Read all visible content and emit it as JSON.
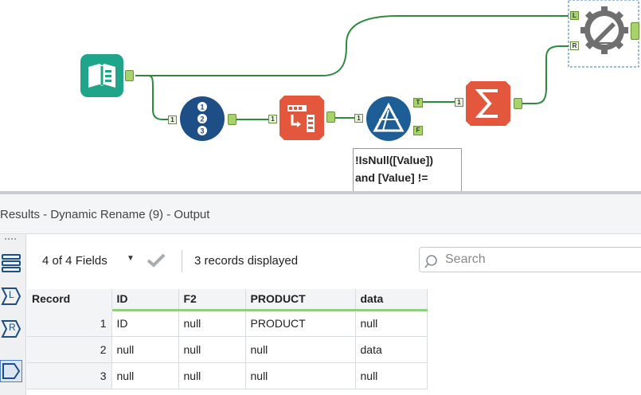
{
  "canvas": {
    "anchor_labels": {
      "join_left": "L",
      "join_right": "R",
      "filter_true": "T",
      "filter_false": "F",
      "input": "1"
    },
    "formula_annotation_lines": [
      "!IsNull([Value])",
      "and [Value] !="
    ],
    "colors": {
      "wire": "#2e8b3e",
      "input_tool": "#1fa58a",
      "record_id_tool": "#1e4e86",
      "transpose_tool": "#e3583d",
      "filter_tool": "#1e5e96",
      "summarize_tool": "#e3583d",
      "dynamic_rename_tool": "#707070"
    },
    "tools": [
      {
        "name": "input-data",
        "icon": "book-icon"
      },
      {
        "name": "record-id",
        "icon": "numbered-list-icon"
      },
      {
        "name": "transpose",
        "icon": "transpose-icon"
      },
      {
        "name": "filter",
        "icon": "filter-triangle-icon"
      },
      {
        "name": "summarize",
        "icon": "sigma-icon"
      },
      {
        "name": "dynamic-rename",
        "icon": "gear-pencil-icon"
      }
    ]
  },
  "results": {
    "title": "Results - Dynamic Rename (9) - Output",
    "fields_count": "4 of 4 Fields",
    "records_displayed": "3 records displayed",
    "search_placeholder": "Search",
    "rail_labels": {
      "left": "L",
      "right": "R"
    },
    "columns": [
      "Record",
      "ID",
      "F2",
      "PRODUCT",
      "data"
    ],
    "rows": [
      {
        "record": "1",
        "cells": [
          "ID",
          "null",
          "PRODUCT",
          "null"
        ]
      },
      {
        "record": "2",
        "cells": [
          "null",
          "null",
          "null",
          "data"
        ]
      },
      {
        "record": "3",
        "cells": [
          "null",
          "null",
          "null",
          "null"
        ]
      }
    ]
  }
}
